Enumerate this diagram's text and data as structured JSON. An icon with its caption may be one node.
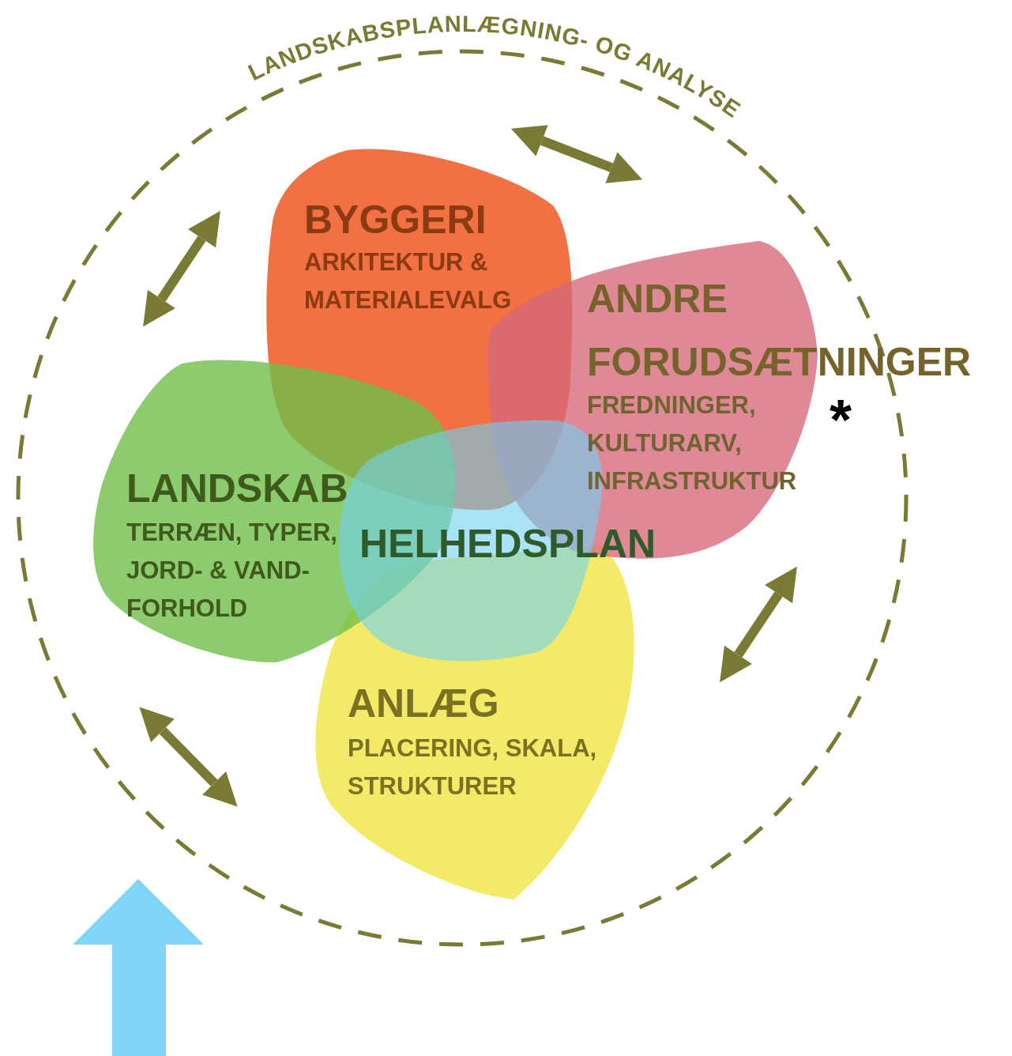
{
  "diagram": {
    "nodes": [
      {
        "text": [
          "LANDSKABSPLANLÆGNING- OG ANALYSE"
        ]
      },
      {
        "text": [
          "BYGGERI",
          "ARKITEKTUR & MATERIALEVALG"
        ],
        "in": 0
      },
      {
        "text": [
          "ANDRE FORUDSÆTNINGER",
          "FREDNINGER, KULTURARV, INFRASTRUKTUR"
        ],
        "beside": [
          "*"
        ],
        "in": 0
      },
      {
        "text": [
          "LANDSKAB",
          "TERRÆN, TYPER, JORD- & VAND- FORHOLD"
        ],
        "in": 0
      },
      {
        "text": [
          "HELHEDSPLAN"
        ],
        "in": 0
      },
      {
        "text": [
          "ANLÆG",
          "PLACERING, SKALA, STRUKTURER"
        ],
        "in": 0
      }
    ]
  }
}
